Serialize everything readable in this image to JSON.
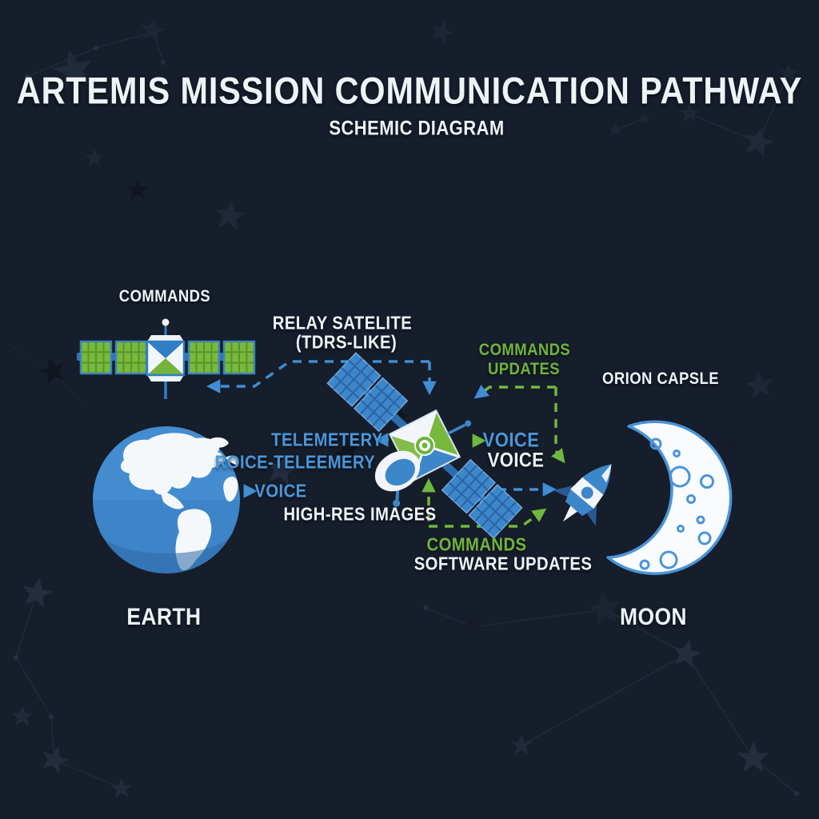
{
  "title": {
    "main": "ARTEMIS MISSION COMMUNICATION PATHWAY",
    "subtitle": "SCHEMIC DIAGRAM"
  },
  "nodes": {
    "command_satellite": {
      "label": "COMMANDS"
    },
    "relay_satellite": {
      "name_line1": "RELAY SATELITE",
      "name_line2": "(TDRS-LIKE)"
    },
    "orion_capsule": {
      "label": "ORION CAPSLE"
    },
    "earth": {
      "label": "EARTH"
    },
    "moon": {
      "label": "MOON"
    }
  },
  "flows": {
    "commands_updates_line1": "COMMANDS",
    "commands_updates_line2": "UPDATES",
    "telemetry": "TELEMETERY",
    "voice_telemetry": "ROICE-TELEEMERY",
    "voice_to_earth": "VOICE",
    "voice_relay": "VOICE",
    "voice_orion": "VOICE",
    "high_res_images": "HIGH-RES IMAGES",
    "commands_to_orion": "COMMANDS",
    "software_updates": "SOFTWARE UPDATES"
  },
  "colors": {
    "background": "#161d2b",
    "blue": "#4a97d9",
    "green": "#6fb43c",
    "white": "#eef3f8",
    "panel_green": "#7ab83c",
    "satellite_blue": "#3c86ca"
  }
}
